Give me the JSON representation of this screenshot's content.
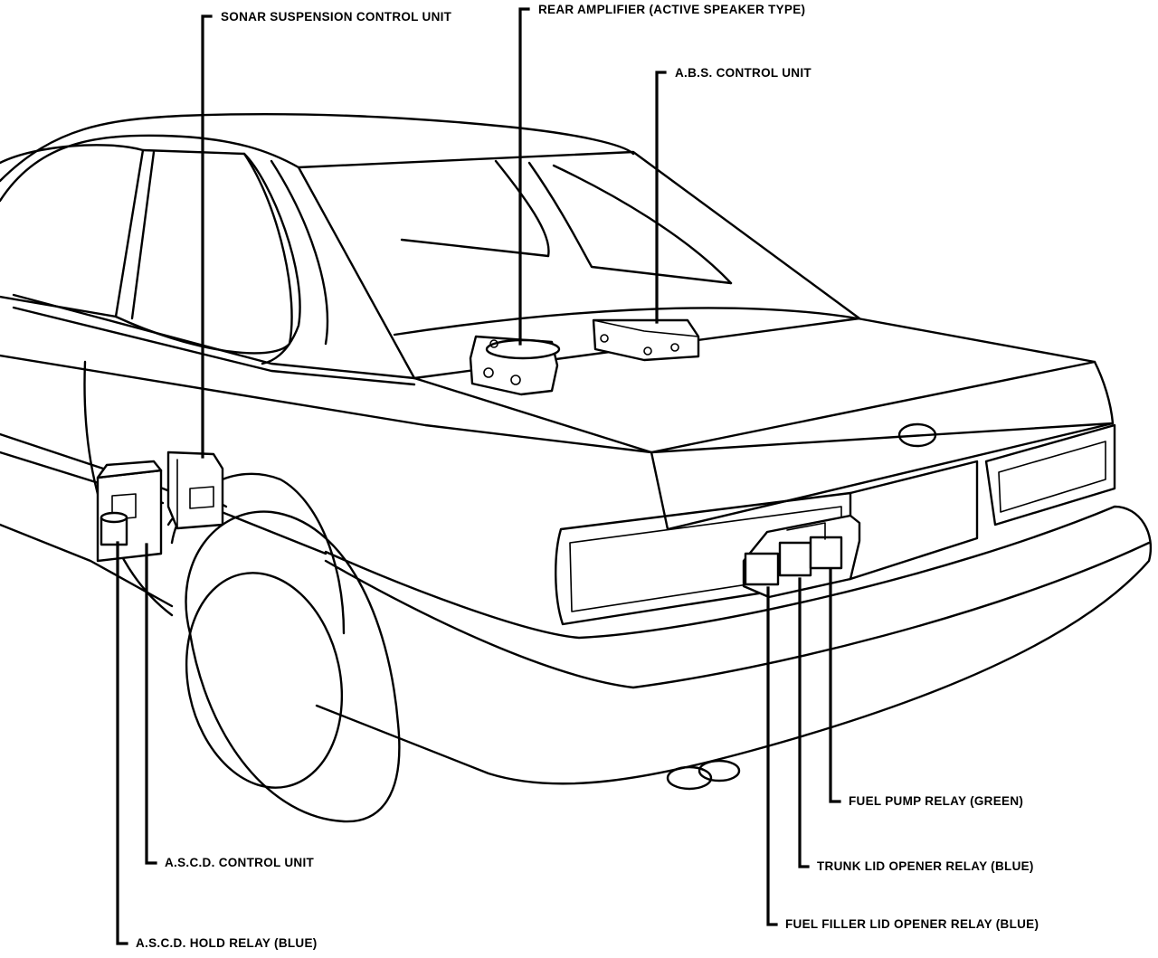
{
  "diagram": {
    "labels": {
      "sonar": "SONAR SUSPENSION CONTROL UNIT",
      "rear_amp": "REAR AMPLIFIER (ACTIVE SPEAKER TYPE)",
      "abs": "A.B.S. CONTROL UNIT",
      "ascd_control": "A.S.C.D. CONTROL UNIT",
      "ascd_hold": "A.S.C.D. HOLD RELAY (BLUE)",
      "fuel_pump": "FUEL PUMP RELAY (GREEN)",
      "trunk_lid": "TRUNK LID OPENER RELAY (BLUE)",
      "fuel_filler": "FUEL FILLER LID OPENER RELAY (BLUE)"
    }
  }
}
